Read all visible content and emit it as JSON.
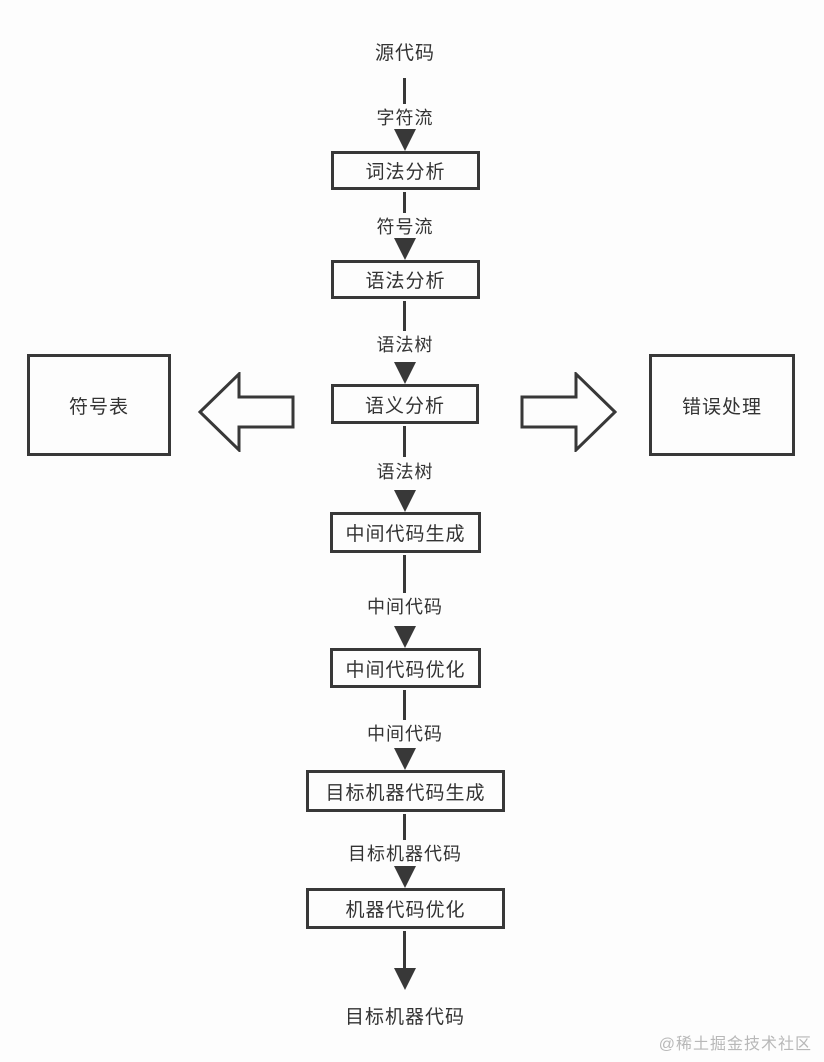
{
  "diagram": {
    "type": "flowchart",
    "topic": "compiler-phases",
    "start_label": "源代码",
    "end_label": "目标机器代码",
    "nodes": [
      {
        "label": "词法分析"
      },
      {
        "label": "语法分析"
      },
      {
        "label": "语义分析"
      },
      {
        "label": "中间代码生成"
      },
      {
        "label": "中间代码优化"
      },
      {
        "label": "目标机器代码生成"
      },
      {
        "label": "机器代码优化"
      }
    ],
    "edge_labels": [
      "字符流",
      "符号流",
      "语法树",
      "语法树",
      "中间代码",
      "中间代码",
      "目标机器代码"
    ],
    "side_nodes": {
      "left": "符号表",
      "right": "错误处理"
    },
    "colors": {
      "line": "#383838",
      "text": "#333333",
      "background": "#fdfdfd",
      "watermark": "#b8b8b8"
    }
  },
  "watermark": "@稀土掘金技术社区"
}
